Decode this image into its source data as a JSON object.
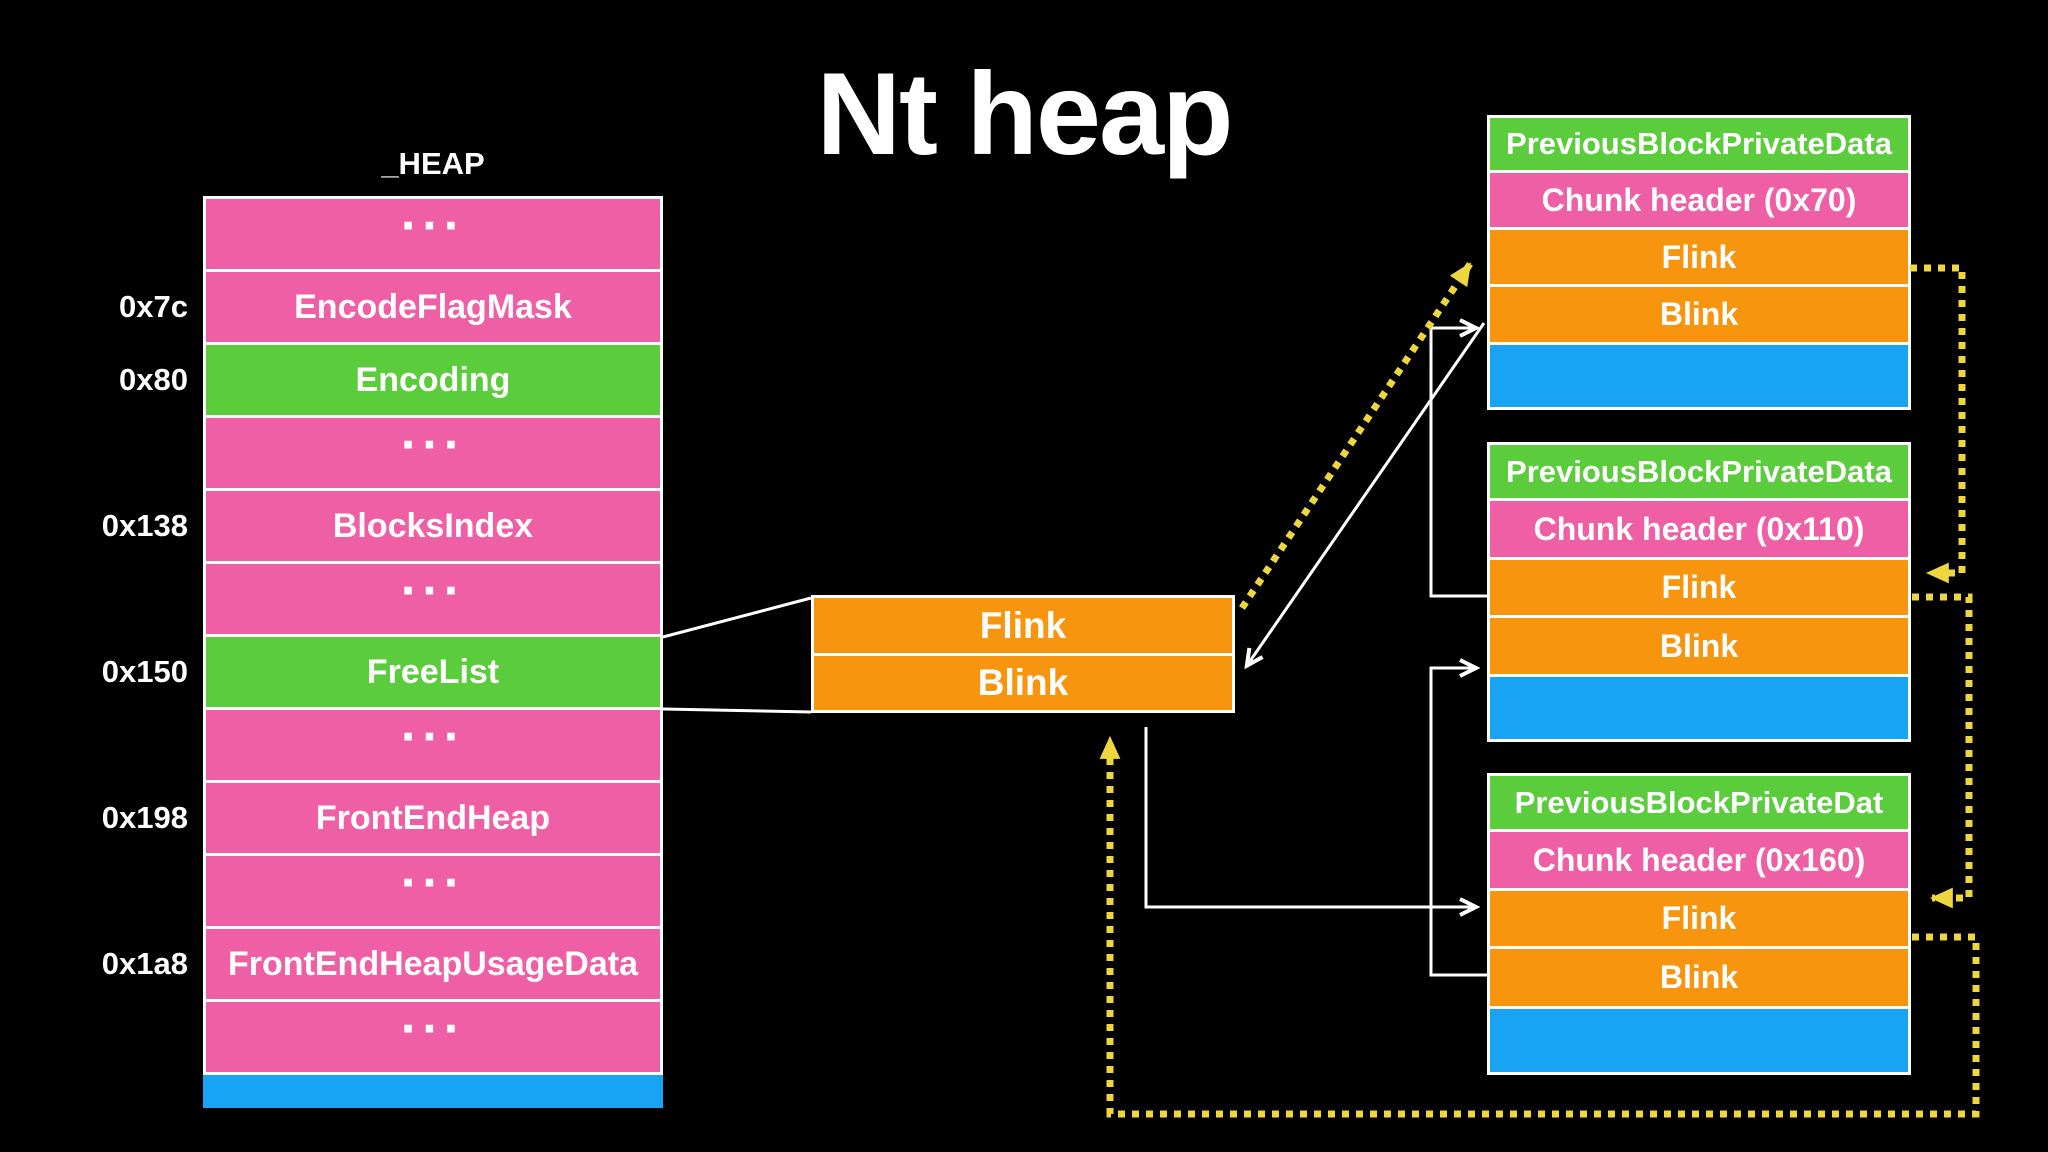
{
  "title": "Nt heap",
  "colors": {
    "background": "#000000",
    "text": "#ffffff",
    "pink": "#ee5fa5",
    "green": "#5bcc3c",
    "orange": "#f8950f",
    "blue": "#18a3f3",
    "yellow": "#eed63f",
    "white": "#ffffff"
  },
  "heap": {
    "label": "_HEAP",
    "rows": [
      {
        "label": "...",
        "color": "pink",
        "offset": ""
      },
      {
        "label": "EncodeFlagMask",
        "color": "pink",
        "offset": "0x7c"
      },
      {
        "label": "Encoding",
        "color": "green",
        "offset": "0x80"
      },
      {
        "label": "...",
        "color": "pink",
        "offset": ""
      },
      {
        "label": "BlocksIndex",
        "color": "pink",
        "offset": "0x138"
      },
      {
        "label": "...",
        "color": "pink",
        "offset": ""
      },
      {
        "label": "FreeList",
        "color": "green",
        "offset": "0x150"
      },
      {
        "label": "...",
        "color": "pink",
        "offset": ""
      },
      {
        "label": "FrontEndHeap",
        "color": "pink",
        "offset": "0x198"
      },
      {
        "label": "...",
        "color": "pink",
        "offset": ""
      },
      {
        "label": "FrontEndHeapUsageData",
        "color": "pink",
        "offset": "0x1a8"
      },
      {
        "label": "...",
        "color": "pink",
        "offset": ""
      },
      {
        "label": "",
        "color": "blue",
        "offset": ""
      }
    ]
  },
  "freelist_detail": {
    "rows": [
      {
        "label": "Flink",
        "color": "orange"
      },
      {
        "label": "Blink",
        "color": "orange"
      }
    ]
  },
  "chunks": [
    {
      "rows": [
        {
          "label": "PreviousBlockPrivateData",
          "color": "green"
        },
        {
          "label": "Chunk header (0x70)",
          "color": "pink"
        },
        {
          "label": "Flink",
          "color": "orange"
        },
        {
          "label": "Blink",
          "color": "orange"
        },
        {
          "label": "",
          "color": "blue"
        }
      ]
    },
    {
      "rows": [
        {
          "label": "PreviousBlockPrivateData",
          "color": "green"
        },
        {
          "label": "Chunk header (0x110)",
          "color": "pink"
        },
        {
          "label": "Flink",
          "color": "orange"
        },
        {
          "label": "Blink",
          "color": "orange"
        },
        {
          "label": "",
          "color": "blue"
        }
      ]
    },
    {
      "rows": [
        {
          "label": "PreviousBlockPrivateDat",
          "color": "green"
        },
        {
          "label": "Chunk header (0x160)",
          "color": "pink"
        },
        {
          "label": "Flink",
          "color": "orange"
        },
        {
          "label": "Blink",
          "color": "orange"
        },
        {
          "label": "",
          "color": "blue"
        }
      ]
    }
  ]
}
